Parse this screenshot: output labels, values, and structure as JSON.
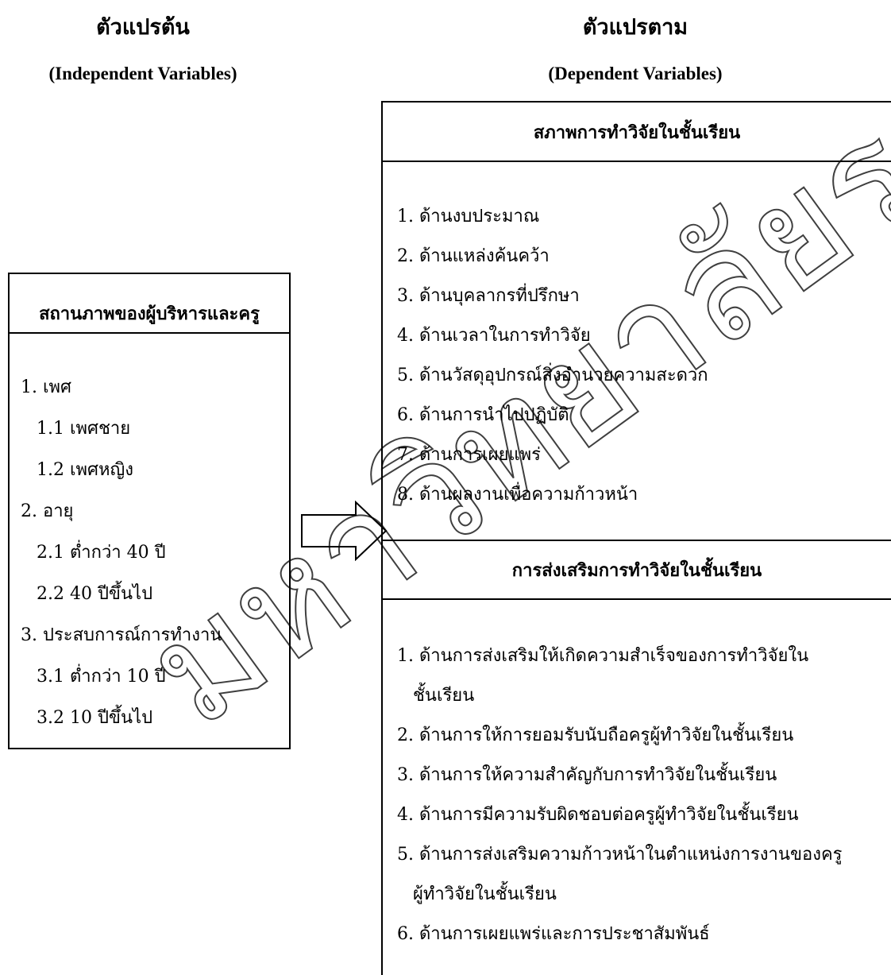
{
  "left_heading": "ตัวแปรต้น",
  "left_subheading": "(Independent Variables)",
  "right_heading": "ตัวแปรตาม",
  "right_subheading": "(Dependent Variables)",
  "independent_box": {
    "title": "สถานภาพของผู้บริหารและครู",
    "items": [
      "1. เพศ",
      "1.1 เพศชาย",
      "1.2 เพศหญิง",
      "2. อายุ",
      "2.1 ต่ำกว่า 40 ปี",
      "2.2 40 ปีขึ้นไป",
      "3. ประสบการณ์การทำงาน",
      "3.1 ต่ำกว่า 10 ปี",
      "3.2 10 ปีขึ้นไป"
    ]
  },
  "dependent_box_1": {
    "title": "สภาพการทำวิจัยในชั้นเรียน",
    "items": [
      "1. ด้านงบประมาณ",
      "2. ด้านแหล่งค้นคว้า",
      "3. ด้านบุคลากรที่ปรึกษา",
      "4. ด้านเวลาในการทำวิจัย",
      "5. ด้านวัสดุอุปกรณ์สิ่งอำนวยความสะดวก",
      "6. ด้านการนำไปปฏิบัติ",
      "7. ด้านการเผยแพร่",
      "8. ด้านผลงานเพื่อความก้าวหน้า"
    ]
  },
  "dependent_box_2": {
    "title": "การส่งเสริมการทำวิจัยในชั้นเรียน",
    "items": [
      "1. ด้านการส่งเสริมให้เกิดความสำเร็จของการทำวิจัยใน",
      "ชั้นเรียน",
      "2. ด้านการให้การยอมรับนับถือครูผู้ทำวิจัยในชั้นเรียน",
      "3. ด้านการให้ความสำคัญกับการทำวิจัยในชั้นเรียน",
      "4. ด้านการมีความรับผิดชอบต่อครูผู้ทำวิจัยในชั้นเรียน",
      "5. ด้านการส่งเสริมความก้าวหน้าในตำแหน่งการงานของครู",
      "ผู้ทำวิจัยในชั้นเรียน",
      "6. ด้านการเผยแพร่และการประชาสัมพันธ์"
    ]
  },
  "watermark_text": "มหาวิทยาลัยราชภัฏธนบุรี"
}
